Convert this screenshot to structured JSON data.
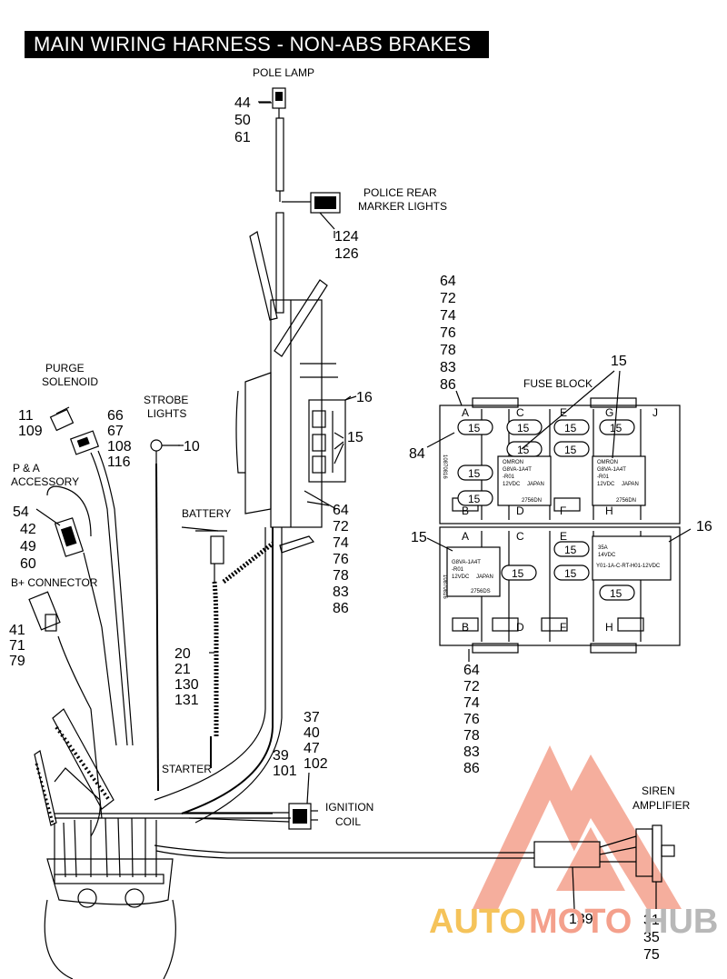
{
  "title": "MAIN WIRING HARNESS - NON-ABS BRAKES",
  "labels": {
    "pole_lamp": "POLE LAMP",
    "police_rear_1": "POLICE REAR",
    "police_rear_2": "MARKER LIGHTS",
    "purge_1": "PURGE",
    "purge_2": "SOLENOID",
    "strobe_1": "STROBE",
    "strobe_2": "LIGHTS",
    "pa_1": "P & A",
    "pa_2": "ACCESSORY",
    "bplus": "B+ CONNECTOR",
    "battery": "BATTERY",
    "starter": "STARTER",
    "ignition_1": "IGNITION",
    "ignition_2": "COIL",
    "fuse_block": "FUSE BLOCK",
    "siren_1": "SIREN",
    "siren_2": "AMPLIFIER"
  },
  "callouts": {
    "pole_lamp": [
      "44",
      "50",
      "61"
    ],
    "marker": [
      "124",
      "126"
    ],
    "fuse_top": [
      "64",
      "72",
      "74",
      "76",
      "78",
      "83",
      "86"
    ],
    "fuse_bottom": [
      "64",
      "72",
      "74",
      "76",
      "78",
      "83",
      "86"
    ],
    "harness_right": [
      "64",
      "72",
      "74",
      "76",
      "78",
      "83",
      "86"
    ],
    "purge": [
      "11",
      "109"
    ],
    "ref_66": [
      "66",
      "67",
      "108",
      "116"
    ],
    "strobe": "10",
    "pa": [
      "54",
      "42",
      "49",
      "60"
    ],
    "bplus": [
      "41",
      "71",
      "79"
    ],
    "battery_cable": [
      "20",
      "21",
      "130",
      "131"
    ],
    "ignition_top": [
      "37",
      "40",
      "47",
      "102"
    ],
    "ignition_left": [
      "39",
      "101"
    ],
    "siren": [
      "31",
      "35",
      "75"
    ],
    "ref_139": "139",
    "ref_16_harness": "16",
    "ref_15_harness": "15",
    "ref_84": "84",
    "ref_15_top": "15",
    "ref_15_left": "15",
    "ref_16_fuse": "16"
  },
  "fuse_labels": [
    "15",
    "15",
    "15",
    "15",
    "15",
    "15",
    "15",
    "15",
    "15",
    "15",
    "15",
    "15"
  ],
  "relay_text": {
    "brand": "OMRON",
    "model1": "G8VA-1A4T",
    "model2": "-R01",
    "volt": "12VDC",
    "origin": "JAPAN",
    "code1": "2756DN",
    "code2": "2756DS",
    "amp": "35A",
    "amp_volt": "14VDC",
    "part": "Y01-1A-C-RT-H01-12VDC",
    "letters": [
      "A",
      "B",
      "C",
      "D",
      "E",
      "F",
      "G",
      "H",
      "J"
    ],
    "side_code": "10870816"
  },
  "watermark": {
    "text_a": "AUTO",
    "text_b": "MOTO",
    "text_c": "HUB",
    "color_main": "#f4a08c",
    "color_accent": "#f5c35a",
    "color_grey": "#b8b8b8"
  },
  "colors": {
    "ink": "#000000",
    "background": "#ffffff"
  }
}
